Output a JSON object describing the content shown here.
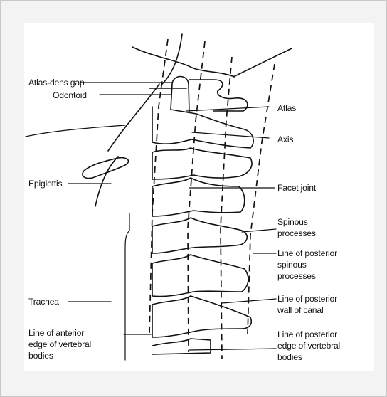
{
  "labels": {
    "atlas_dens_gap": "Atlas-dens gap",
    "odontoid": "Odontoid",
    "epiglottis": "Epiglottis",
    "trachea": "Trachea",
    "anterior_line": [
      "Line of anterior",
      "edge of vertebral",
      "bodies"
    ],
    "atlas": "Atlas",
    "axis": "Axis",
    "facet_joint": "Facet joint",
    "spinous_processes": [
      "Spinous",
      "processes"
    ],
    "posterior_spinous_line": [
      "Line of posterior",
      "spinous",
      "processes"
    ],
    "posterior_canal_line": [
      "Line of posterior",
      "wall of canal"
    ],
    "posterior_body_line": [
      "Line of posterior",
      "edge of vertebral",
      "bodies"
    ]
  }
}
